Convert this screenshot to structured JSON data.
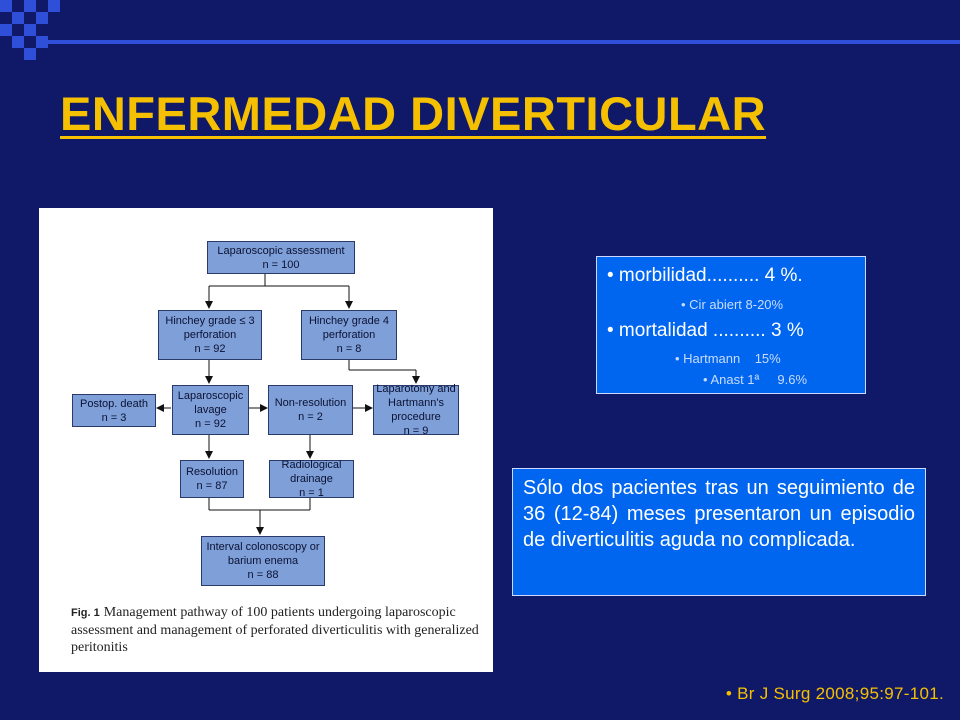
{
  "slide": {
    "title": "ENFERMEDAD DIVERTICULAR",
    "stats": {
      "morbidity": "• morbilidad.......... 4 %.",
      "morbidity_detail": "• Cir abiert 8-20%",
      "mortality": "• mortalidad .......... 3 %",
      "mortality_detail_1": "• Hartmann    15%",
      "mortality_detail_2": "• Anast 1ª     9.6%"
    },
    "note": "Sólo dos pacientes tras un seguimiento de 36 (12-84) meses presentaron un episodio de diverticulitis aguda no complicada.",
    "reference": "• Br J Surg 2008;95:97-101.",
    "colors": {
      "background": "#101968",
      "title": "#f5c000",
      "box": "#0066f0",
      "flow_box": "#7f9fd8"
    }
  },
  "flowchart": {
    "assessment": {
      "label": "Laparoscopic assessment",
      "n": "n = 100"
    },
    "hinchey3": {
      "label": "Hinchey grade ≤ 3 perforation",
      "n": "n = 92"
    },
    "hinchey4": {
      "label": "Hinchey grade 4 perforation",
      "n": "n = 8"
    },
    "death": {
      "label": "Postop. death",
      "n": "n = 3"
    },
    "lavage": {
      "label": "Laparoscopic lavage",
      "n": "n = 92"
    },
    "nonres": {
      "label": "Non-resolution",
      "n": "n = 2"
    },
    "laparotomy": {
      "label": "Laparotomy and Hartmann's procedure",
      "n": "n = 9"
    },
    "resolution": {
      "label": "Resolution",
      "n": "n = 87"
    },
    "drainage": {
      "label": "Radiological drainage",
      "n": "n = 1"
    },
    "colonoscopy": {
      "label": "Interval colonoscopy or barium enema",
      "n": "n = 88"
    },
    "caption_label": "Fig. 1",
    "caption": "Management pathway of 100 patients undergoing laparoscopic assessment and management of perforated diverticulitis with generalized peritonitis"
  }
}
